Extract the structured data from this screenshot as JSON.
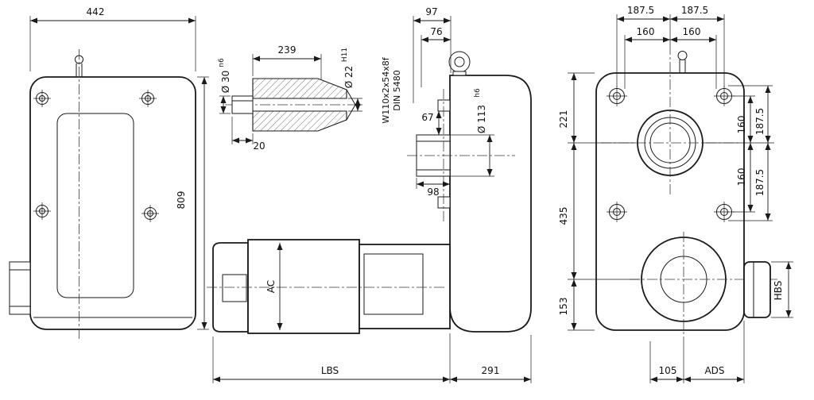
{
  "drawing": {
    "kind": "gear-unit-dimension-drawing",
    "colors": {
      "line": "#1a1a1a",
      "background": "#ffffff"
    },
    "views": {
      "front": {
        "width": "442",
        "height": "809"
      },
      "shaft": {
        "length": "239",
        "dia": "Ø 30",
        "dia_tol": "n6",
        "bore": "Ø 22",
        "bore_tol": "H11",
        "key": "20"
      },
      "side": {
        "dim97": "97",
        "dim76": "76",
        "dim67": "67",
        "spline": "W110x2x54x8f",
        "spline_norm": "DIN 5480",
        "pilot": "Ø 113",
        "pilot_tol": "h6",
        "dim98": "98",
        "motor_height": "AC",
        "overall_length": "LBS",
        "housing_length": "291"
      },
      "output": {
        "top_left_187": "187.5",
        "top_right_187": "187.5",
        "top_left_160": "160",
        "top_right_160": "160",
        "left_221": "221",
        "left_435": "435",
        "left_153": "153",
        "right_up_160": "160",
        "right_up_187": "187.5",
        "right_low_160": "160",
        "right_low_187": "187.5",
        "boss": "HBS",
        "bottom_105": "105",
        "bottom_ads": "ADS"
      }
    }
  }
}
